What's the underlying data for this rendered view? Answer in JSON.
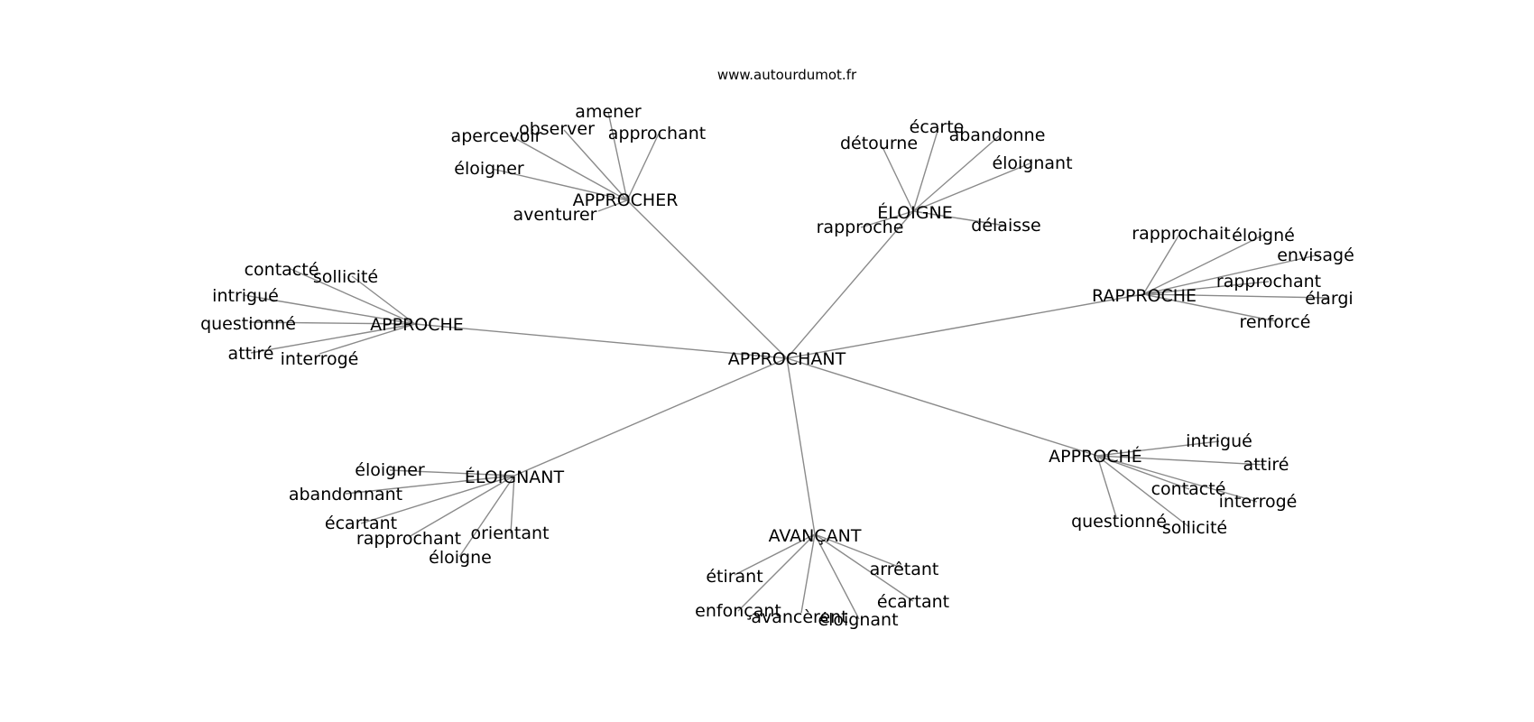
{
  "source": "www.autourdumot.fr",
  "center": "APPROCHANT",
  "groups": [
    {
      "hub": "APPROCHER",
      "leaves": [
        "amener",
        "observer",
        "apercevoir",
        "approchant",
        "éloigner",
        "aventurer"
      ]
    },
    {
      "hub": "ÉLOIGNE",
      "leaves": [
        "écarte",
        "détourne",
        "abandonne",
        "éloignant",
        "délaisse",
        "rapproche"
      ]
    },
    {
      "hub": "RAPPROCHE",
      "leaves": [
        "rapprochait",
        "éloigné",
        "envisagé",
        "rapprochant",
        "élargi",
        "renforcé"
      ]
    },
    {
      "hub": "APPROCHE",
      "leaves": [
        "contacté",
        "sollicité",
        "intrigué",
        "questionné",
        "attiré",
        "interrogé"
      ]
    },
    {
      "hub": "APPROCHÉ",
      "leaves": [
        "intrigué",
        "attiré",
        "contacté",
        "interrogé",
        "questionné",
        "sollicité"
      ]
    },
    {
      "hub": "ÉLOIGNANT",
      "leaves": [
        "éloigner",
        "abandonnant",
        "écartant",
        "rapprochant",
        "orientant",
        "éloigne"
      ]
    },
    {
      "hub": "AVANÇANT",
      "leaves": [
        "étirant",
        "arrêtant",
        "écartant",
        "enfonçant",
        "avancèrent",
        "éloignant"
      ]
    }
  ]
}
